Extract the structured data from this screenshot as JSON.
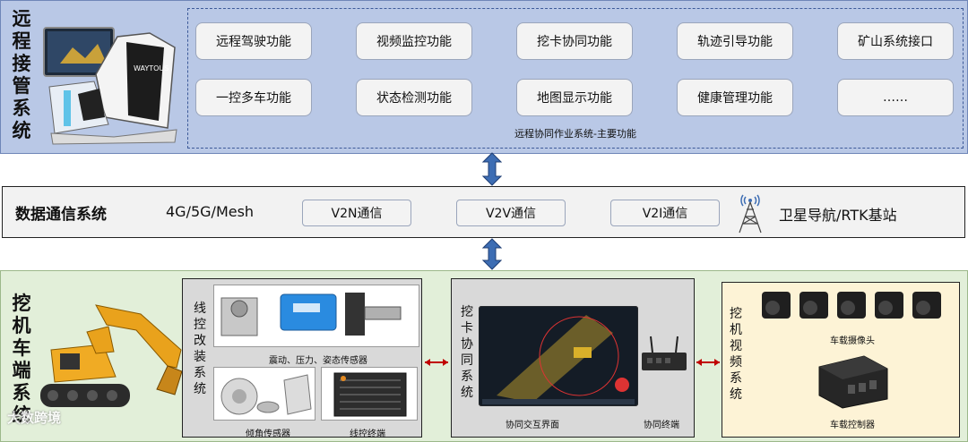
{
  "top": {
    "title_chars": [
      "远",
      "程",
      "接",
      "管",
      "系",
      "统"
    ],
    "functions_row1": [
      "远程驾驶功能",
      "视频监控功能",
      "挖卡协同功能",
      "轨迹引导功能",
      "矿山系统接口"
    ],
    "functions_row2": [
      "一控多车功能",
      "状态检测功能",
      "地图显示功能",
      "健康管理功能",
      "……"
    ],
    "caption": "远程协同作业系统-主要功能"
  },
  "middle": {
    "title": "数据通信系统",
    "network": "4G/5G/Mesh",
    "links": [
      "V2N通信",
      "V2V通信",
      "V2I通信"
    ],
    "satellite": "卫星导航/RTK基站"
  },
  "bottom": {
    "title_chars": [
      "挖",
      "机",
      "车",
      "端",
      "系",
      "统"
    ],
    "wire_control": {
      "title_chars": [
        "线",
        "控",
        "改",
        "装",
        "系",
        "统"
      ],
      "sensor_caption": "震动、压力、姿态传感器",
      "tilt_caption": "倾角传感器",
      "terminal_caption": "线控终端"
    },
    "coop": {
      "title_chars": [
        "挖",
        "卡",
        "协",
        "同",
        "系",
        "统"
      ],
      "ui_caption": "协同交互界面",
      "terminal_caption": "协同终端"
    },
    "vision": {
      "title_chars": [
        "挖",
        "机",
        "视",
        "频",
        "系",
        "统"
      ],
      "camera_caption": "车载摄像头",
      "controller_caption": "车载控制器"
    }
  },
  "watermark": "大数跨境",
  "colors": {
    "top_band": "#b9c8e6",
    "bottom_band": "#e2efd9",
    "arrow_blue": "#3d6db3",
    "arrow_red": "#c00000",
    "vision_panel": "#fdf3d6"
  }
}
